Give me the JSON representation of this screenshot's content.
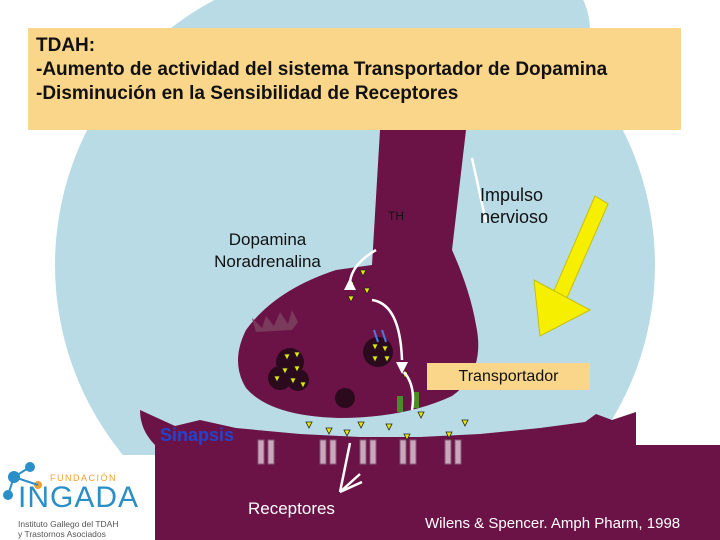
{
  "slide": {
    "title_lines": [
      "TDAH:",
      "-Aumento de actividad del sistema Transportador de Dopamina",
      "-Disminución en la Sensibilidad de Receptores"
    ]
  },
  "labels": {
    "dopamina": "Dopamina",
    "noradrenalina": "Noradrenalina",
    "th": "TH",
    "impulso": "Impulso",
    "nervioso": "nervioso",
    "transportador": "Transportador",
    "sinapsis": "Sinapsis",
    "receptores": "Receptores",
    "reference": "Wilens & Spencer. Amph Pharm, 1998"
  },
  "logo": {
    "fundacion": "FUNDACIÓN",
    "name": "INGADA",
    "subtitle_line1": "Instituto Gallego del TDAH",
    "subtitle_line2": "y Trastornos Asociados"
  },
  "colors": {
    "neuron": "#6b1346",
    "cell_background": "#b9dbe6",
    "title_box": "#fad68a",
    "impulse_arrow": "#f7ef00",
    "sinapsis_text": "#2244cc",
    "transporter": "#4a8c2a",
    "neurotransmitter": "#e8e800"
  }
}
